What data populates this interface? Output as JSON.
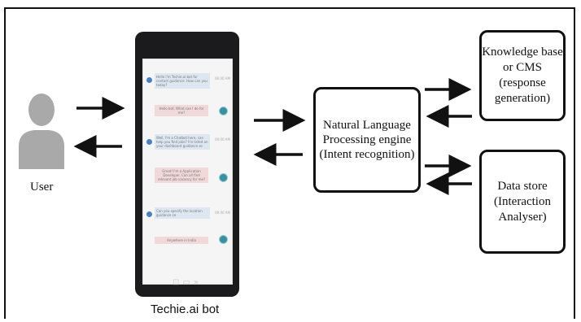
{
  "labels": {
    "user": "User",
    "bot": "Techie.ai bot"
  },
  "boxes": {
    "nlp": "Natural Language\nProcessing  engine\n(Intent recognition)",
    "knowledge": "Knowledge base\nor CMS\n(response\ngeneration)",
    "datastore": "Data store\n(Interaction\nAnalyser)"
  },
  "chat_messages": [
    {
      "role": "bot",
      "text": "Hello I'm Techie.ai bot for contact guidance. How can you today?",
      "time": "08:00 AM"
    },
    {
      "role": "user",
      "text": "Hello bot, What can I do for me?"
    },
    {
      "role": "bot",
      "text": "Well, I'm a Chatbot here, can help you find jobs? I'm listed on your dashboard guidance se",
      "time": "08:00 AM"
    },
    {
      "role": "user",
      "text": "Great! I'm a Application Developer. Can all find relevant job vacancy for me?"
    },
    {
      "role": "bot",
      "text": "Can you specify the location guidance se",
      "time": "08:00 AM"
    },
    {
      "role": "user",
      "text": "Anywhere in India"
    }
  ],
  "colors": {
    "line": "#111111",
    "user_figure": "#a9a9a9",
    "phone_body": "#1b1b1d"
  },
  "icons": [
    "user-silhouette-icon",
    "smartphone-icon"
  ]
}
